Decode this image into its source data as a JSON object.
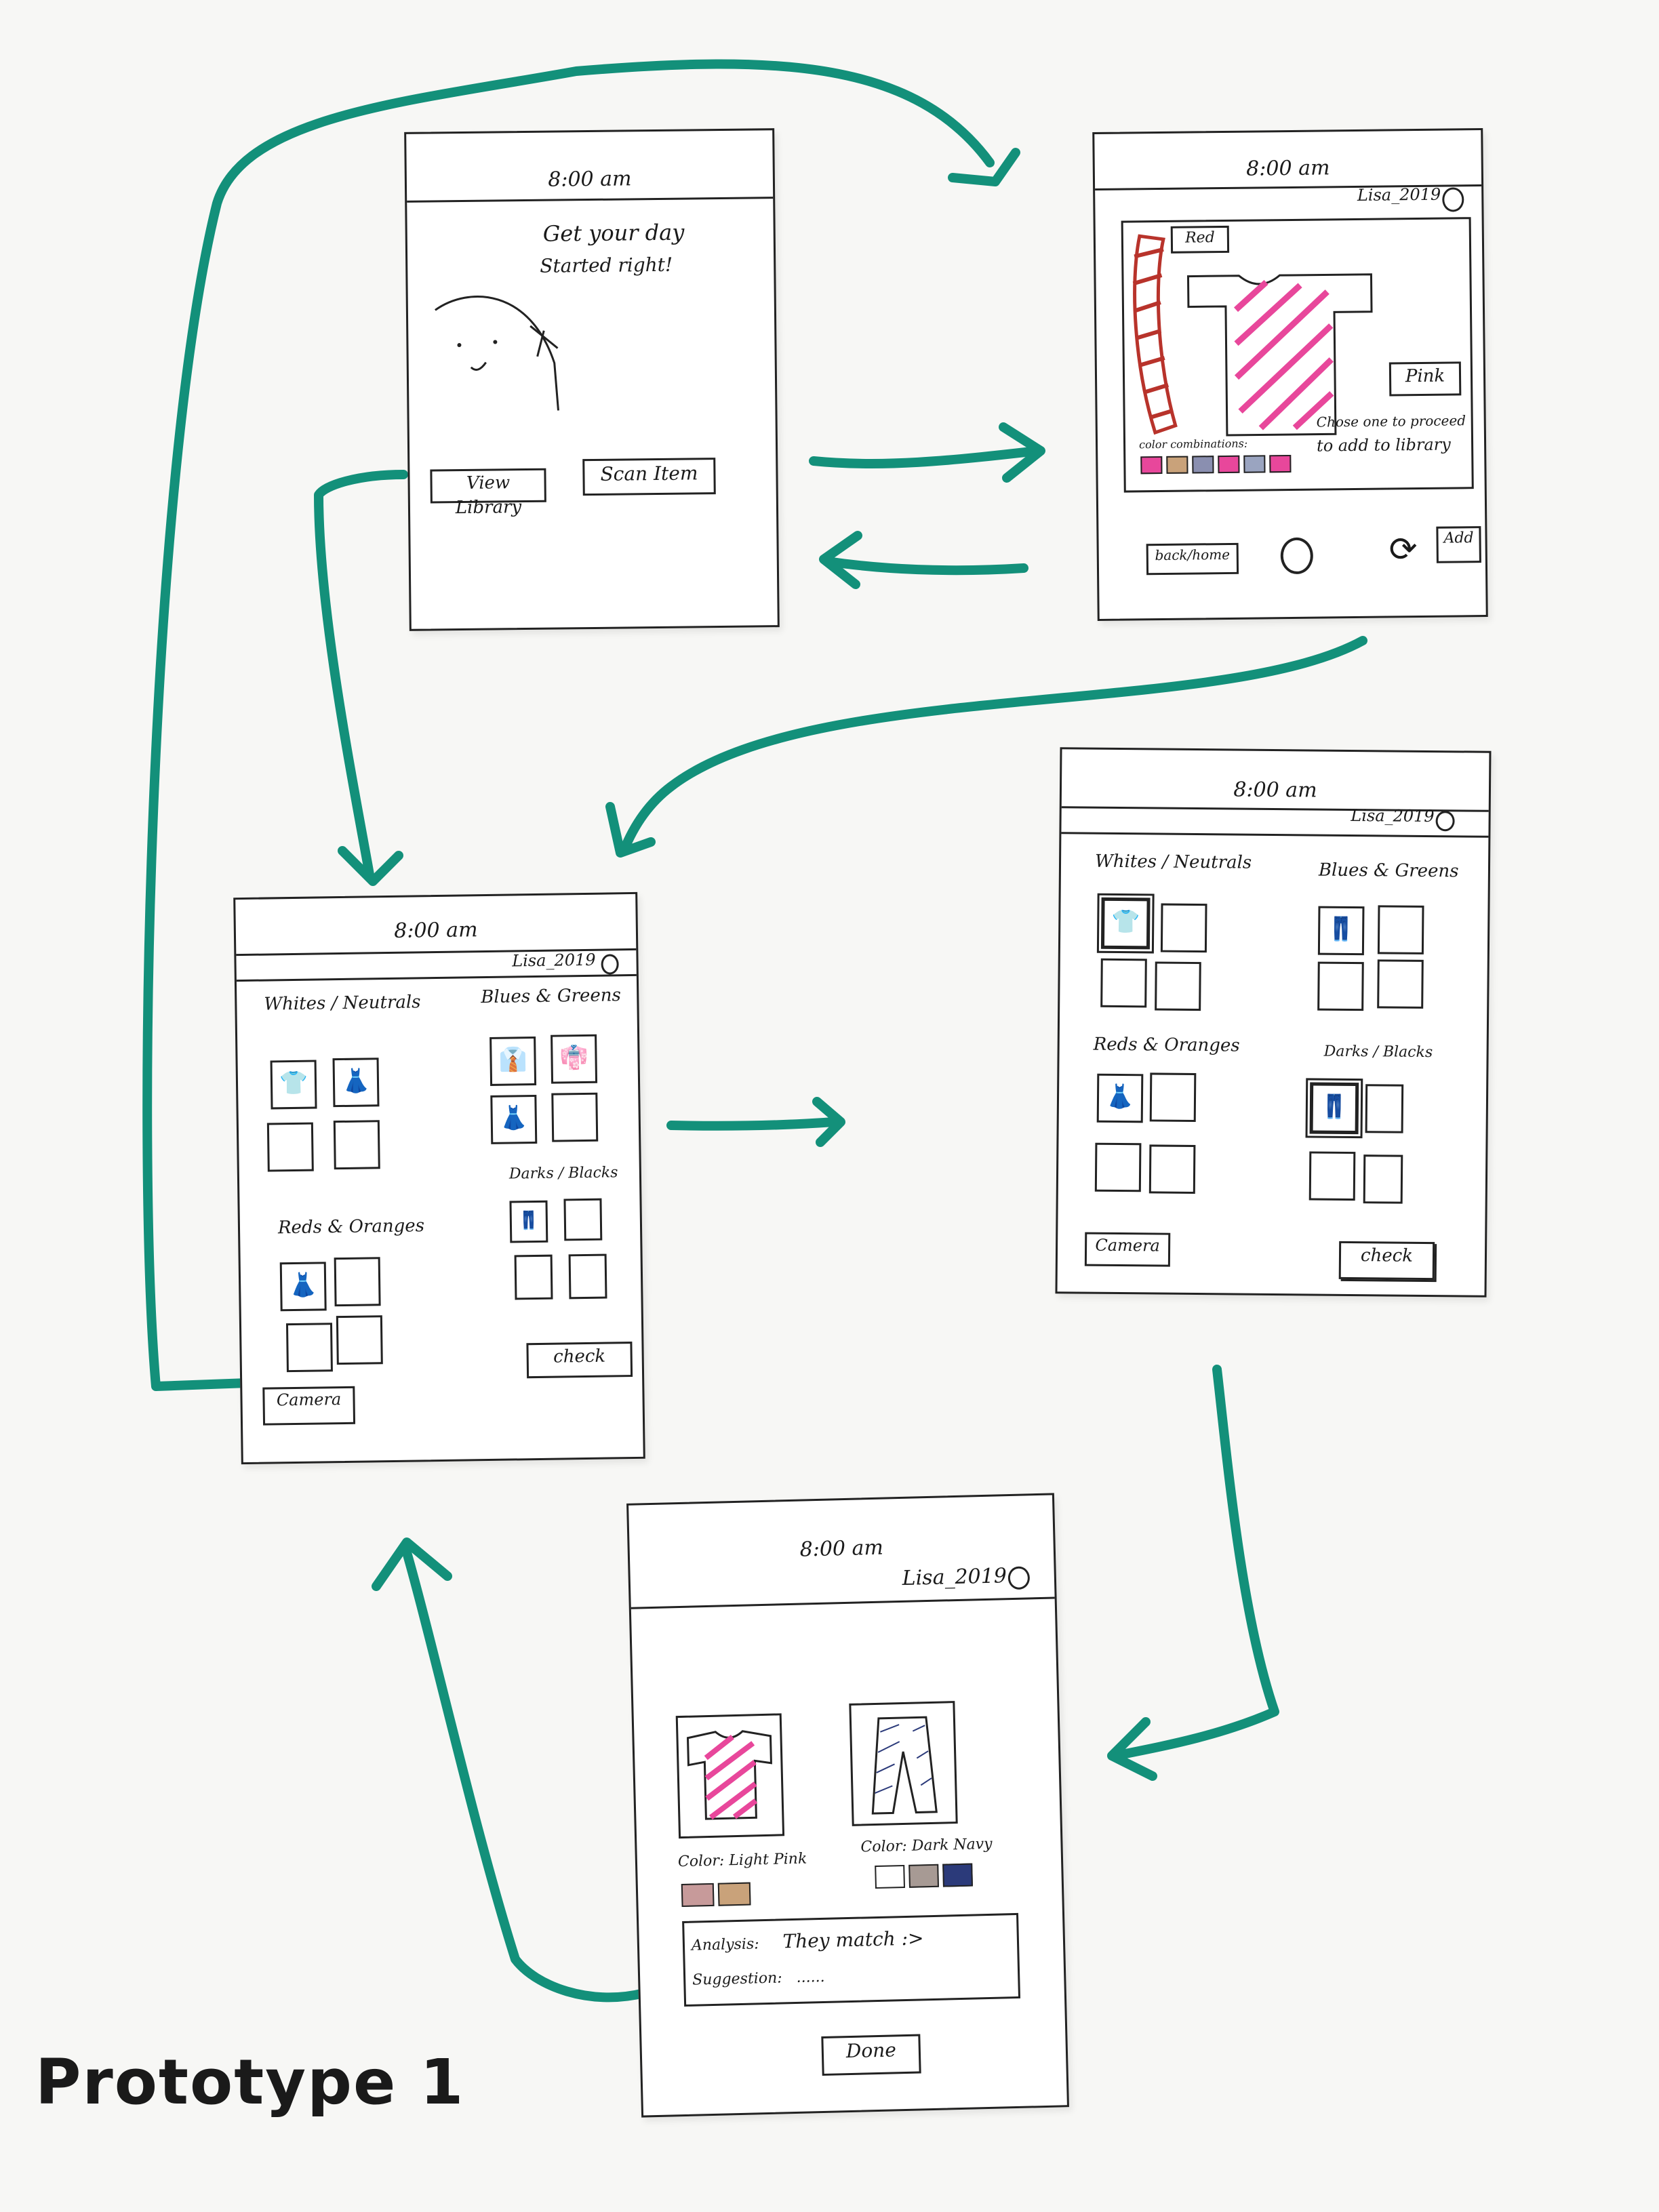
{
  "title": "Prototype 1",
  "colors": {
    "arrow": "#13907a",
    "pink": "#e8479b",
    "red": "#b8332b",
    "navy": "#2b3a7a"
  },
  "home": {
    "time": "8:00 am",
    "greeting_line1": "Get your day",
    "greeting_line2": "Started right!",
    "view_library": "View Library",
    "scan_item": "Scan Item"
  },
  "scan": {
    "time": "8:00 am",
    "user": "Lisa_2019",
    "tag_red": "Red",
    "tag_pink": "Pink",
    "color_combinations": "color combinations:",
    "instruction_line1": "Chose one to proceed",
    "instruction_line2": "to add to library",
    "back_home": "back/home",
    "add": "Add"
  },
  "library1": {
    "time": "8:00 am",
    "user": "Lisa_2019",
    "cat_whites": "Whites / Neutrals",
    "cat_blues": "Blues & Greens",
    "cat_reds": "Reds & Oranges",
    "cat_darks": "Darks / Blacks",
    "camera": "Camera",
    "check": "check"
  },
  "library2": {
    "time": "8:00 am",
    "user": "Lisa_2019",
    "cat_whites": "Whites / Neutrals",
    "cat_blues": "Blues & Greens",
    "cat_reds": "Reds & Oranges",
    "cat_darks": "Darks / Blacks",
    "camera": "Camera",
    "check": "check"
  },
  "result": {
    "time": "8:00 am",
    "user": "Lisa_2019",
    "color_left": "Color: Light Pink",
    "color_right": "Color: Dark Navy",
    "analysis_label": "Analysis:",
    "analysis_value": "They match :>",
    "suggestion_label": "Suggestion:",
    "suggestion_value": "......",
    "done": "Done"
  }
}
